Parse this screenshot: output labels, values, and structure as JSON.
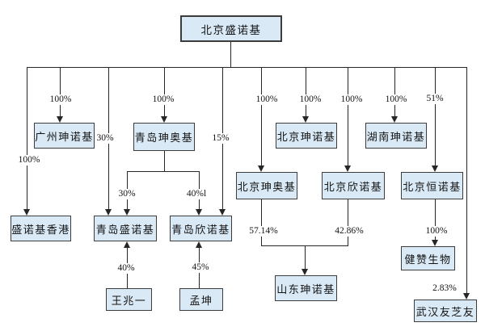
{
  "diagram_type": "equity-ownership-structure",
  "nodes": {
    "root": "北京盛诺基",
    "guangzhou_shennuoji": "广州珅诺基",
    "qingdao_shenaoji": "青岛珅奥基",
    "beijing_shennuoji": "北京珅诺基",
    "hunan_shennuoji": "湖南珅诺基",
    "beijing_shenaoji": "北京珅奥基",
    "beijing_xinnuoji": "北京欣诺基",
    "beijing_hengnuoji": "北京恒诺基",
    "shengnuoji_hongkong": "盛诺基香港",
    "qingdao_shengnuoji": "青岛盛诺基",
    "qingdao_xinnuoji": "青岛欣诺基",
    "jianzan_shengwu": "健赞生物",
    "shandong_shennuoji": "山东珅诺基",
    "wang_zhaoyi": "王兆一",
    "meng_kun": "孟坤",
    "wuhan_youzhiyou": "武汉友芝友"
  },
  "ownership_labels": {
    "root_to_hongkong": "100%",
    "root_to_guangzhou": "100%",
    "root_to_qingdao_shengnuoji": "30%",
    "root_to_qingdao_shenaoji": "100%",
    "root_to_qingdao_xinnuoji": "15%",
    "root_to_beijing_shenaoji": "100%",
    "root_to_beijing_shennuoji": "100%",
    "root_to_beijing_xinnuoji": "100%",
    "root_to_hunan": "100%",
    "root_to_hengnuoji": "51%",
    "shenaoji_to_qingdao_shengnuoji": "30%",
    "shenaoji_to_qingdao_xinnuoji": "40%l",
    "wang_to_qingdao_shengnuoji": "40%",
    "meng_to_qingdao_xinnuoji": "45%",
    "shenaoji_to_shandong": "57.14%",
    "xinnuoji_to_shandong": "42.86%",
    "hengnuoji_to_jianzan": "100%",
    "root_to_wuhan": "2.83%"
  },
  "colors": {
    "box_fill": "#d9e9f5",
    "box_border": "#3c3c3c",
    "line": "#262626",
    "background": "#ffffff"
  }
}
